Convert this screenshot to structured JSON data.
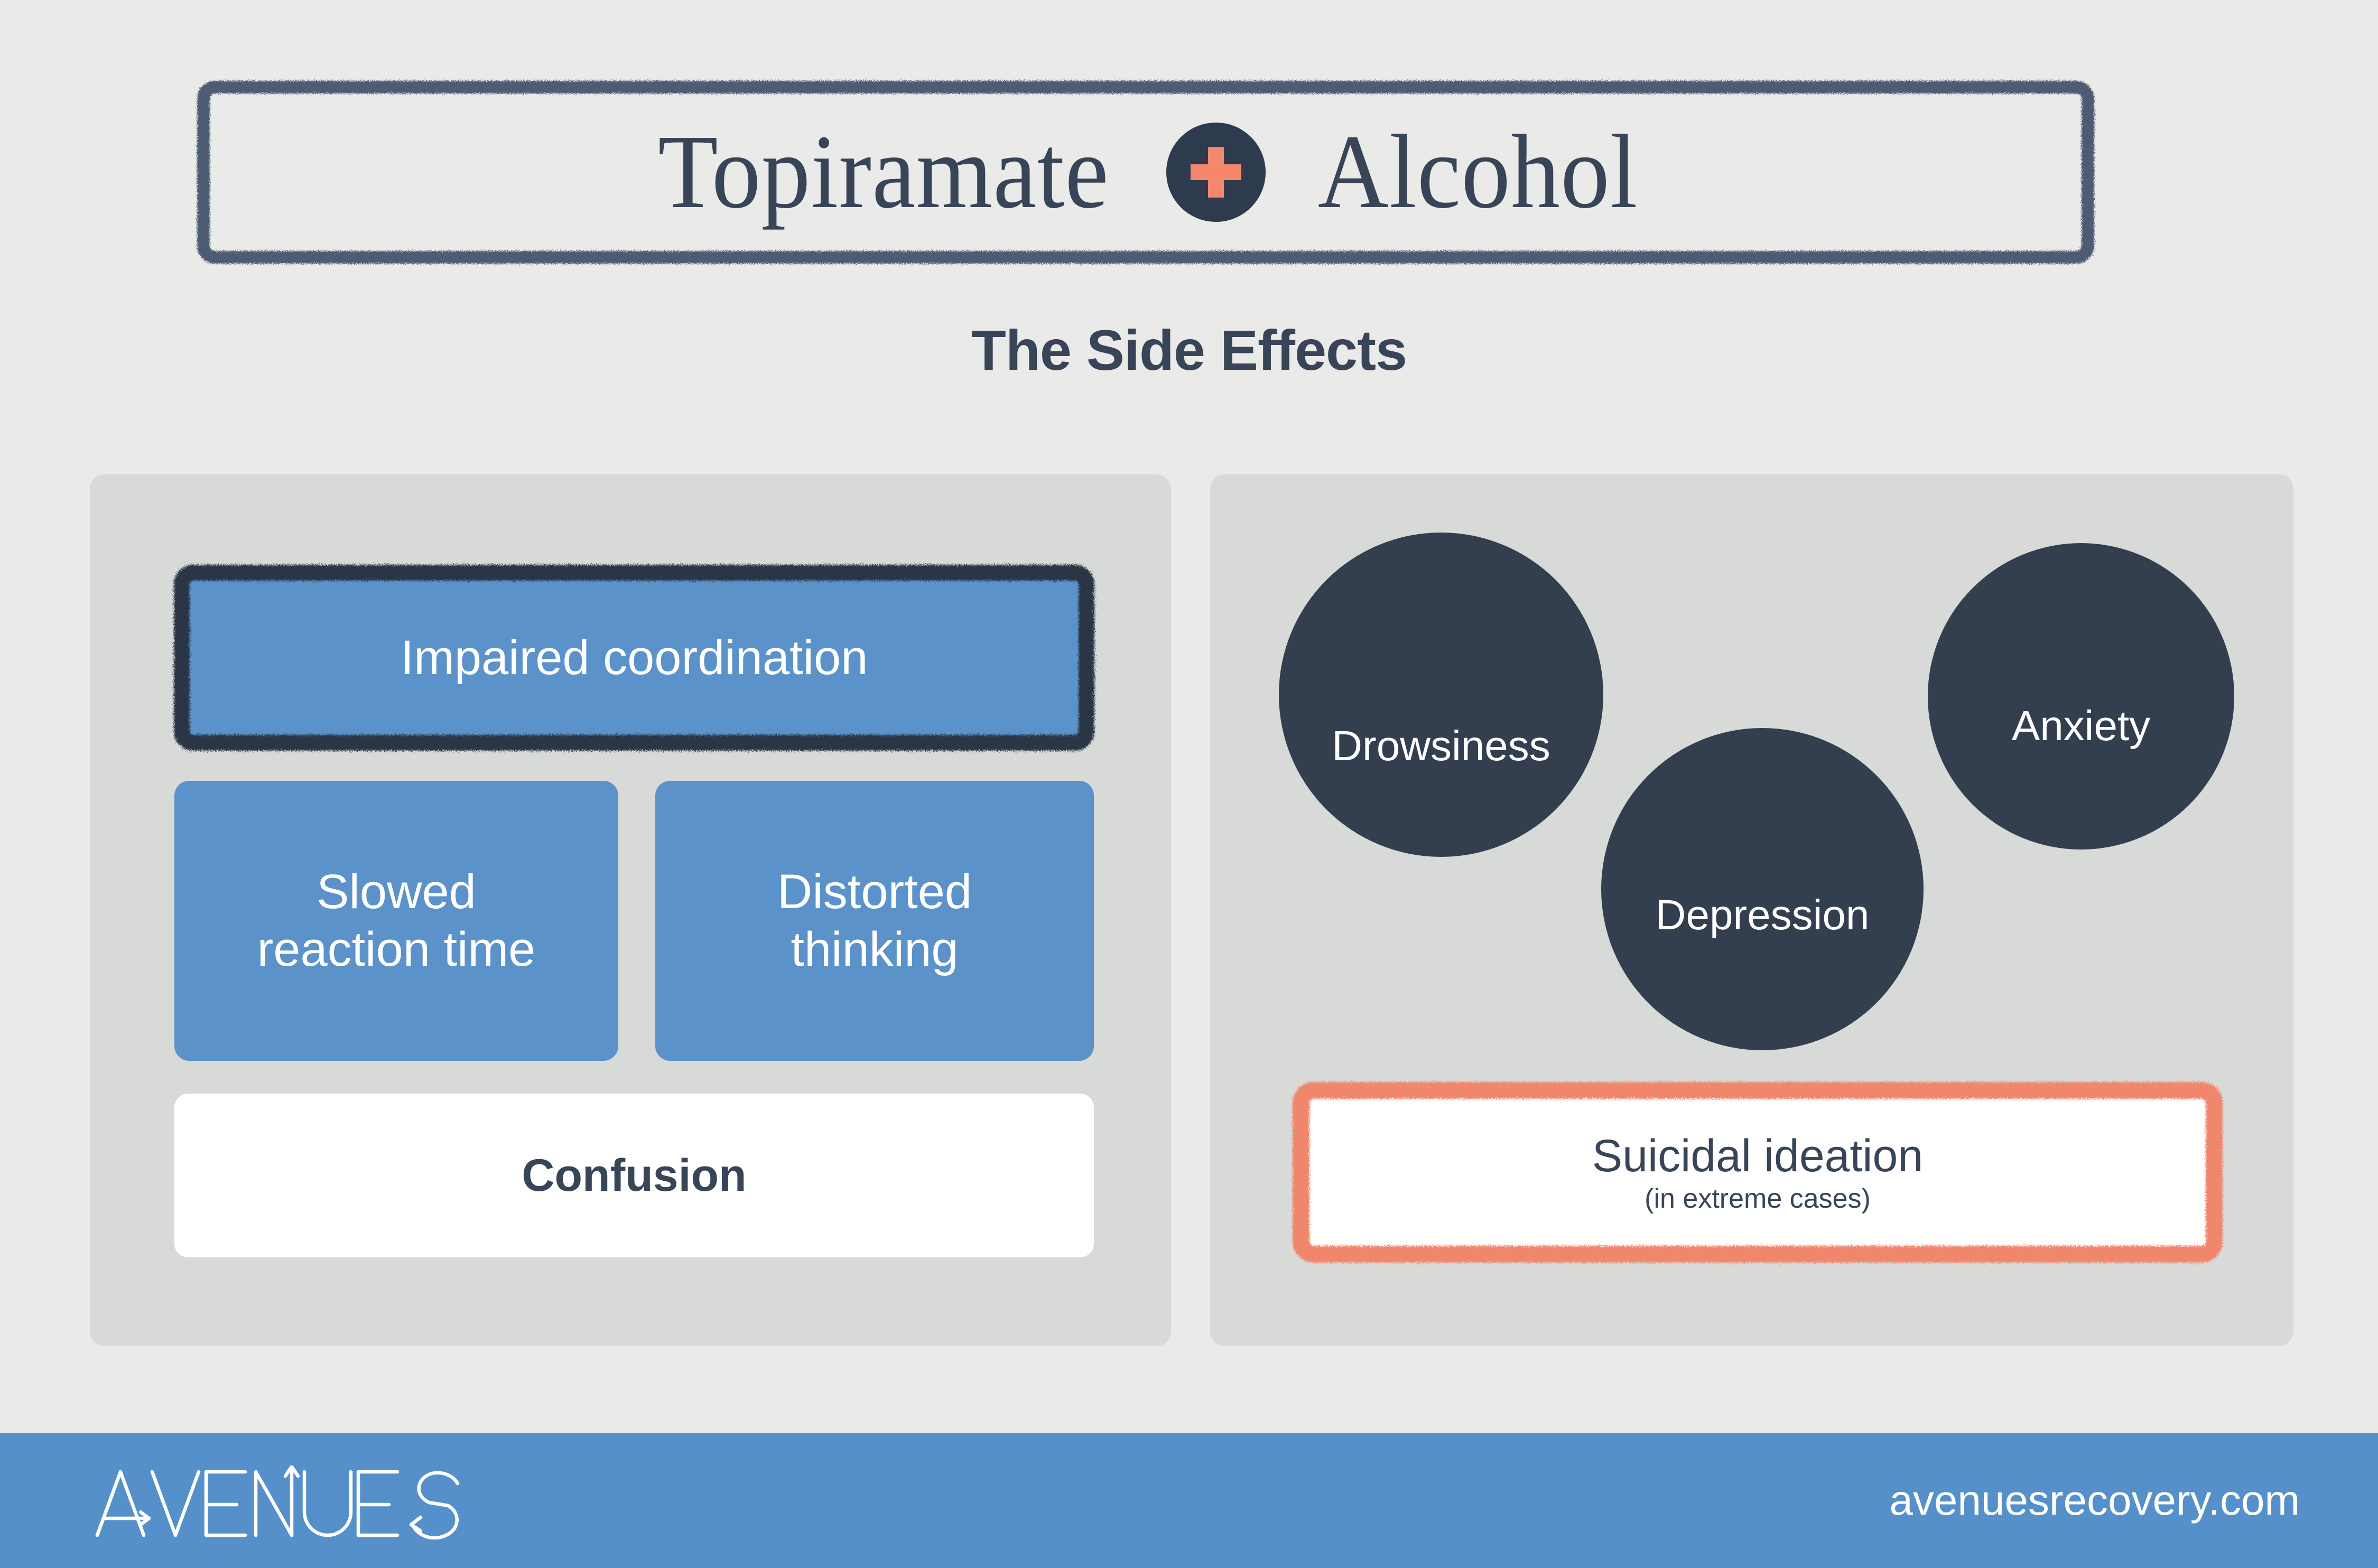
{
  "page": {
    "background_color": "#eaeae8",
    "panel_color": "#d7dad7"
  },
  "title": {
    "word_left": "Topiramate",
    "word_right": "Alcohol",
    "plus_icon": "plus-icon",
    "plus_badge_color": "#2e3b4e",
    "plus_glyph_color": "#f5876c",
    "frame_color": "#4e5b73"
  },
  "subtitle": {
    "text": "The Side Effects",
    "color": "#384457"
  },
  "left_panel": {
    "highlight_card": {
      "label": "Impaired coordination",
      "fill_color": "#5b92ca",
      "outline_color": "#2b3445",
      "text_color": "#ffffff"
    },
    "cards": [
      {
        "label": "Slowed reaction time",
        "line1": "Slowed",
        "line2": "reaction time",
        "fill_color": "#5b92ca",
        "text_color": "#ffffff"
      },
      {
        "label": "Distorted thinking",
        "line1": "Distorted",
        "line2": "thinking",
        "fill_color": "#5b92ca",
        "text_color": "#ffffff"
      }
    ],
    "footer_card": {
      "label": "Confusion",
      "fill_color": "#ffffff",
      "text_color": "#384457"
    }
  },
  "right_panel": {
    "circles": [
      {
        "label": "Drowsiness",
        "fill_color": "#333e4f",
        "text_color": "#ffffff"
      },
      {
        "label": "Depression",
        "fill_color": "#333e4f",
        "text_color": "#ffffff"
      },
      {
        "label": "Anxiety",
        "fill_color": "#333e4f",
        "text_color": "#ffffff"
      }
    ],
    "warning_card": {
      "label": "Suicidal ideation",
      "note": "(in extreme cases)",
      "fill_color": "#ffffff",
      "outline_color": "#f0876c",
      "text_color": "#384457"
    }
  },
  "footer": {
    "brand": "AVENUES",
    "logo_icon": "avenues-logo-icon",
    "url": "avenuesrecovery.com",
    "background_color": "#5590cb",
    "text_color": "#ffffff"
  }
}
